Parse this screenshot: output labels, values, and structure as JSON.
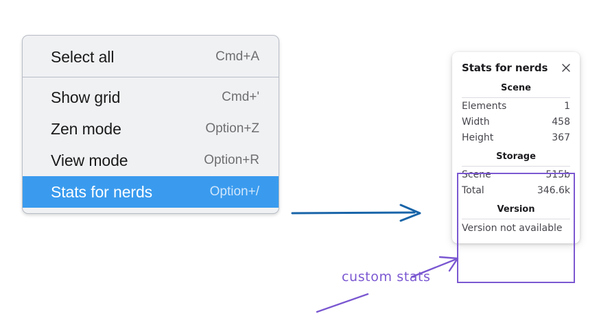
{
  "context_menu": {
    "sections": [
      {
        "items": [
          {
            "label": "Select all",
            "shortcut": "Cmd+A",
            "selected": false
          }
        ]
      },
      {
        "items": [
          {
            "label": "Show grid",
            "shortcut": "Cmd+'",
            "selected": false
          },
          {
            "label": "Zen mode",
            "shortcut": "Option+Z",
            "selected": false
          },
          {
            "label": "View mode",
            "shortcut": "Option+R",
            "selected": false
          },
          {
            "label": "Stats for nerds",
            "shortcut": "Option+/",
            "selected": true
          }
        ]
      }
    ],
    "highlight_color": "#3a9bee"
  },
  "stats_panel": {
    "title": "Stats for nerds",
    "close_icon": "close-icon",
    "sections": [
      {
        "heading": "Scene",
        "rows": [
          {
            "key": "Elements",
            "value": "1"
          },
          {
            "key": "Width",
            "value": "458"
          },
          {
            "key": "Height",
            "value": "367"
          }
        ]
      },
      {
        "heading": "Storage",
        "rows": [
          {
            "key": "Scene",
            "value": "515b"
          },
          {
            "key": "Total",
            "value": "346.6k"
          }
        ]
      },
      {
        "heading": "Version",
        "note": "Version not available",
        "rows": []
      }
    ]
  },
  "annotations": {
    "custom_stats_label": "custom stats",
    "highlight_box_color": "#7a57d1",
    "pointer_arrow_color": "#1864a8",
    "ink_color": "#7a57d1"
  }
}
